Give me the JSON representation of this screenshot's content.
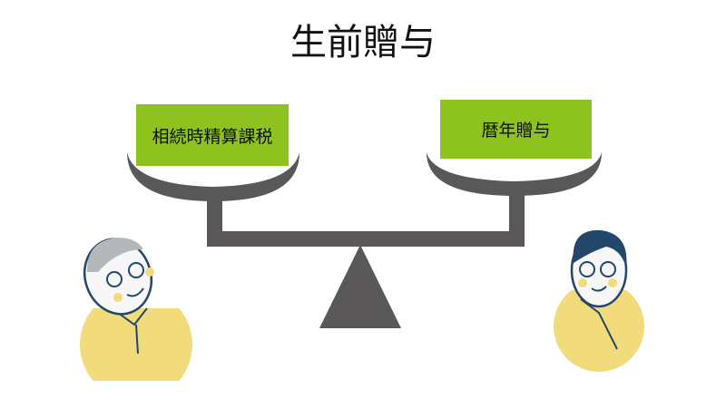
{
  "title": "生前贈与",
  "left_label": "相続時精算課税",
  "right_label": "暦年贈与",
  "colors": {
    "accent": "#8dc21f",
    "scale": "#595757",
    "shirt": "#f2db7a",
    "hair_dark": "#23476b",
    "hair_gray": "#b5b8ba"
  }
}
